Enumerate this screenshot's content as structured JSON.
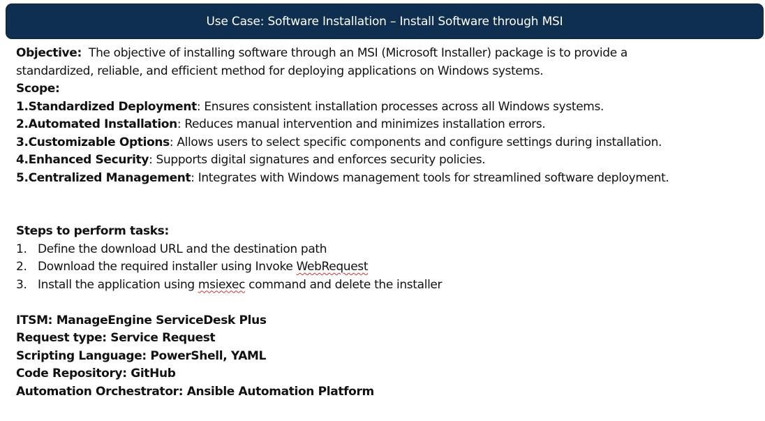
{
  "header": {
    "title": "Use Case: Software Installation – Install Software through MSI"
  },
  "objective": {
    "label": "Objective:",
    "line1": "The objective of installing software through an MSI (Microsoft Installer) package is to provide a",
    "line2": "standardized, reliable, and efficient method for deploying applications on Windows systems."
  },
  "scope": {
    "label": "Scope:",
    "items": [
      {
        "term": "1.Standardized Deployment",
        "desc": ": Ensures consistent installation processes across all Windows systems."
      },
      {
        "term": "2.Automated Installation",
        "desc": ": Reduces manual intervention and minimizes installation errors."
      },
      {
        "term": "3.Customizable Options",
        "desc": ": Allows users to select specific components and configure settings during installation."
      },
      {
        "term": "4.Enhanced Security",
        "desc": ": Supports digital signatures and enforces security policies."
      },
      {
        "term": "5.Centralized Management",
        "desc": ": Integrates with Windows management tools for streamlined software deployment."
      }
    ]
  },
  "steps": {
    "label": "Steps to perform tasks:",
    "items": [
      {
        "num": "1.",
        "text": "Define the download URL and the destination path"
      },
      {
        "num": "2.",
        "before": "Download the required installer using Invoke ",
        "flagged": "WebRequest",
        "after": ""
      },
      {
        "num": "3.",
        "before": "Install the application using ",
        "flagged": "msiexec",
        "after": " command and delete the installer"
      }
    ]
  },
  "meta": {
    "itsm": "ITSM: ManageEngine ServiceDesk Plus",
    "request_type": "Request type: Service Request",
    "scripting": "Scripting Language: PowerShell, YAML",
    "repository": "Code Repository: GitHub",
    "orchestrator": "Automation Orchestrator: Ansible Automation Platform"
  }
}
